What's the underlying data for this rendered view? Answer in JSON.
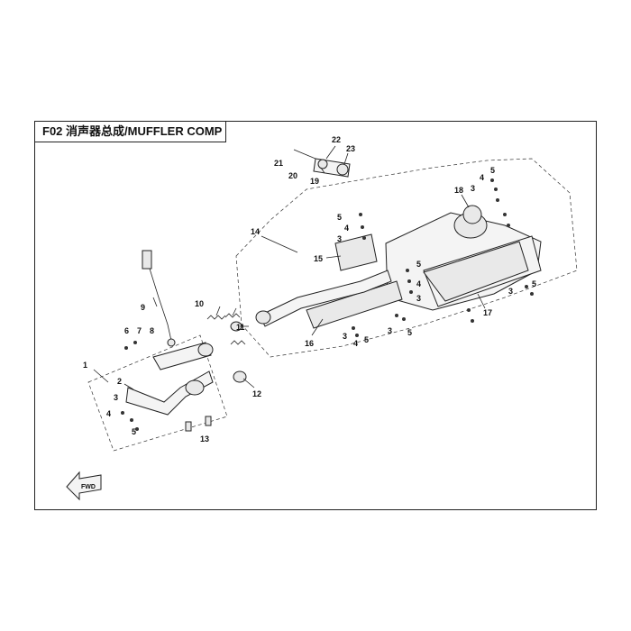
{
  "title": "F02 消声器总成/MUFFLER COMP",
  "fwd_label": "FWD",
  "callouts": [
    "1",
    "2",
    "3",
    "4",
    "5",
    "6",
    "7",
    "8",
    "9",
    "10",
    "11",
    "12",
    "13",
    "14",
    "15",
    "16",
    "17",
    "18",
    "19",
    "20",
    "21",
    "22",
    "23"
  ]
}
